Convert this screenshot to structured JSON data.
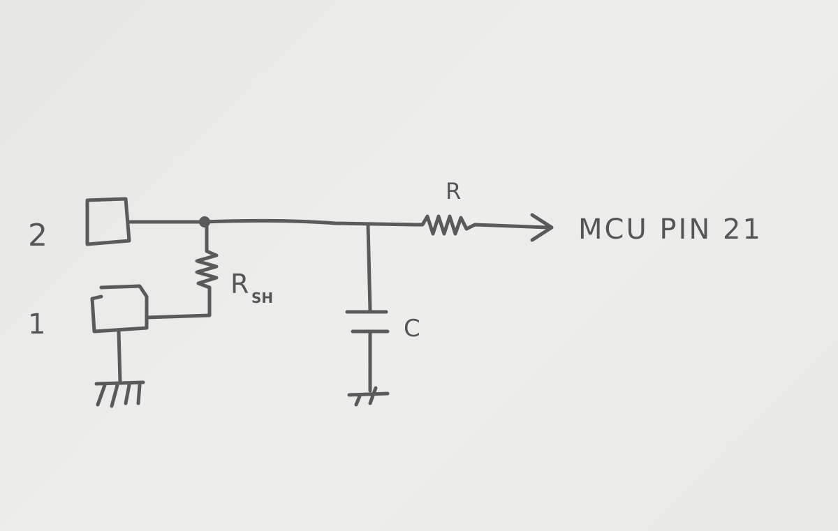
{
  "labels": {
    "connector_2": "2",
    "connector_1": "1",
    "series_resistor": "R",
    "shunt_resistor": "R",
    "shunt_resistor_subscript": "SH",
    "capacitor": "C",
    "output": "MCU PIN 21"
  },
  "colors": {
    "ink": "#5a5a5a",
    "paper": "#e9e9e7"
  }
}
